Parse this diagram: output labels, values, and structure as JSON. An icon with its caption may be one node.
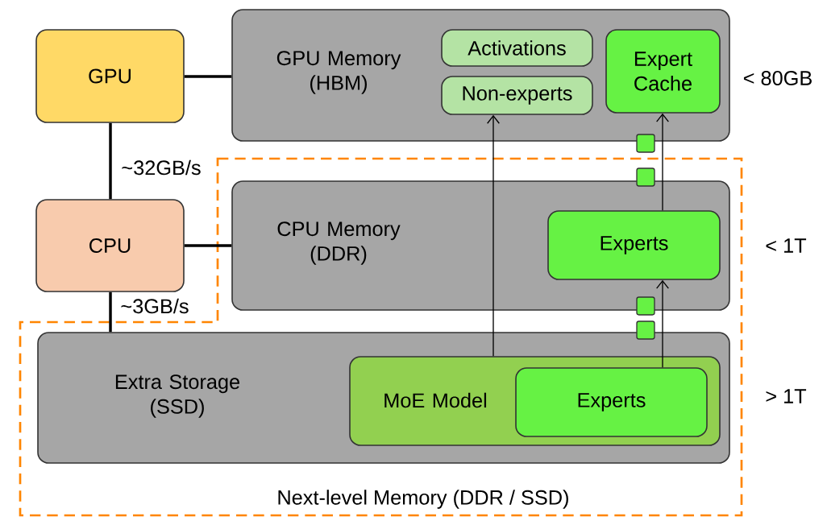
{
  "diagram": {
    "nodes": [
      {
        "text": [
          "GPU"
        ]
      },
      {
        "text": [
          "GPU Memory (HBM)"
        ],
        "beside": [
          "< 80GB"
        ]
      },
      {
        "text": [
          "Activations"
        ],
        "in": 1
      },
      {
        "text": [
          "Non-experts"
        ],
        "in": 1
      },
      {
        "text": [
          "Expert Cache"
        ],
        "in": 1
      },
      {
        "text": [
          "CPU"
        ]
      },
      {
        "text": [
          "CPU Memory (DDR)"
        ],
        "beside": [
          "< 1T"
        ]
      },
      {
        "text": [
          "Experts"
        ],
        "in": 6
      },
      {
        "text": [
          "Extra Storage (SSD)"
        ],
        "beside": [
          "> 1T"
        ]
      },
      {
        "text": [
          "MoE Model"
        ],
        "in": 8
      },
      {
        "text": [
          "Experts"
        ],
        "in": 9
      }
    ],
    "edges": [
      {
        "from": 0,
        "to": 1,
        "arrow": "none"
      },
      {
        "from": 0,
        "to": 5,
        "arrow": "none",
        "label": "~32GB/s"
      },
      {
        "from": 5,
        "to": 6,
        "arrow": "none"
      },
      {
        "from": 5,
        "to": 8,
        "arrow": "none",
        "label": "~3GB/s"
      },
      {
        "from": 9,
        "to": 3,
        "arrow": "to"
      },
      {
        "from": 10,
        "to": 7,
        "arrow": "to"
      },
      {
        "from": 7,
        "to": 4,
        "arrow": "to"
      }
    ],
    "labels": [
      "Next-level Memory (DDR / SSD)"
    ]
  }
}
